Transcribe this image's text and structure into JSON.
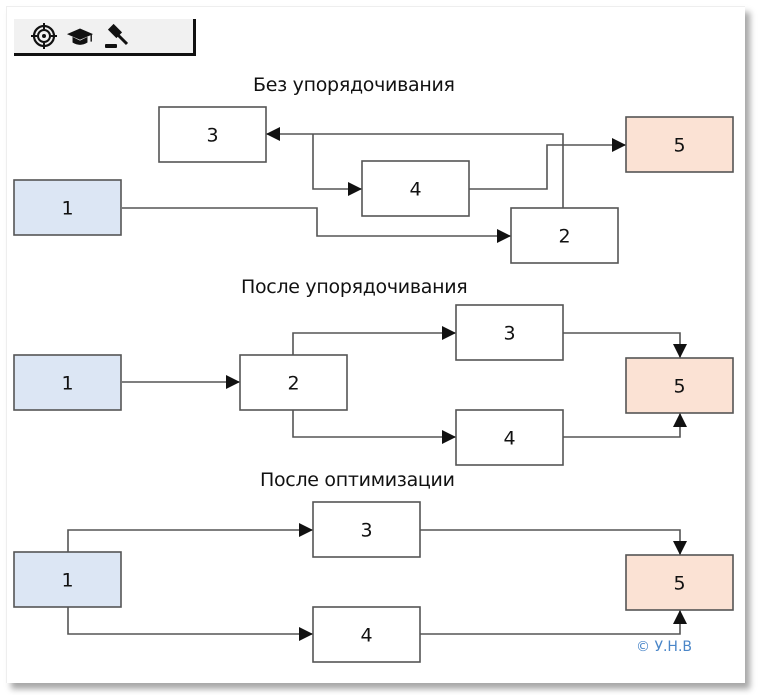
{
  "toolbar": {
    "icons": [
      {
        "name": "target-icon"
      },
      {
        "name": "graduation-cap-icon"
      },
      {
        "name": "gavel-icon"
      }
    ]
  },
  "colors": {
    "start_fill": "#dce6f4",
    "end_fill": "#fbe2d4",
    "task_fill": "#ffffff",
    "stroke": "#555555",
    "arrow": "#111111",
    "copyright": "#4a86c8"
  },
  "sections": [
    {
      "title": "Без упорядочивания",
      "nodes": [
        {
          "id": "1",
          "label": "1",
          "kind": "start"
        },
        {
          "id": "2",
          "label": "2",
          "kind": "task"
        },
        {
          "id": "3",
          "label": "3",
          "kind": "task"
        },
        {
          "id": "4",
          "label": "4",
          "kind": "task"
        },
        {
          "id": "5",
          "label": "5",
          "kind": "end"
        }
      ],
      "edges": [
        {
          "from": "1",
          "to": "2"
        },
        {
          "from": "2",
          "to": "3"
        },
        {
          "from": "2",
          "to": "4"
        },
        {
          "from": "4",
          "to": "5"
        }
      ]
    },
    {
      "title": "После упорядочивания",
      "nodes": [
        {
          "id": "1",
          "label": "1",
          "kind": "start"
        },
        {
          "id": "2",
          "label": "2",
          "kind": "task"
        },
        {
          "id": "3",
          "label": "3",
          "kind": "task"
        },
        {
          "id": "4",
          "label": "4",
          "kind": "task"
        },
        {
          "id": "5",
          "label": "5",
          "kind": "end"
        }
      ],
      "edges": [
        {
          "from": "1",
          "to": "2"
        },
        {
          "from": "2",
          "to": "3"
        },
        {
          "from": "2",
          "to": "4"
        },
        {
          "from": "3",
          "to": "5"
        },
        {
          "from": "4",
          "to": "5"
        }
      ]
    },
    {
      "title": "После оптимизации",
      "nodes": [
        {
          "id": "1",
          "label": "1",
          "kind": "start"
        },
        {
          "id": "3",
          "label": "3",
          "kind": "task"
        },
        {
          "id": "4",
          "label": "4",
          "kind": "task"
        },
        {
          "id": "5",
          "label": "5",
          "kind": "end"
        }
      ],
      "edges": [
        {
          "from": "1",
          "to": "3"
        },
        {
          "from": "1",
          "to": "4"
        },
        {
          "from": "3",
          "to": "5"
        },
        {
          "from": "4",
          "to": "5"
        }
      ]
    }
  ],
  "copyright": "© У.Н.В"
}
